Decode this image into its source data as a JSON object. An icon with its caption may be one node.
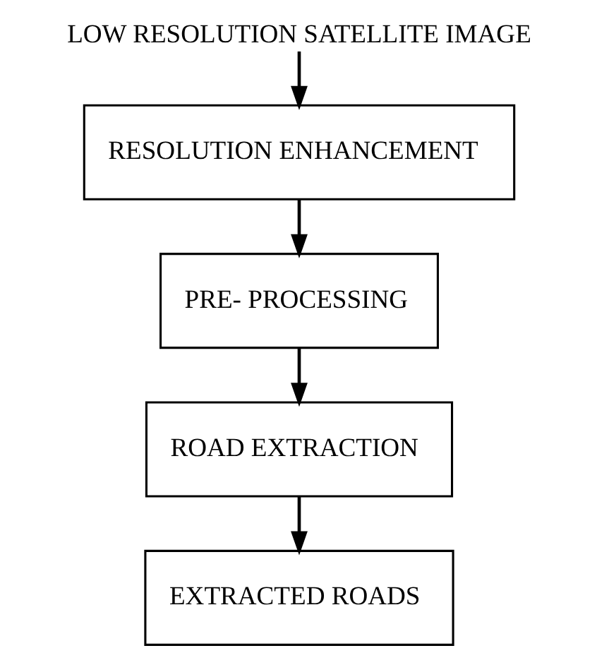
{
  "diagram": {
    "nodes": [
      {
        "text": [
          "LOW RESOLUTION SATELLITE IMAGE"
        ]
      },
      {
        "text": [
          "RESOLUTION ENHANCEMENT"
        ]
      },
      {
        "text": [
          "PRE- PROCESSING"
        ]
      },
      {
        "text": [
          "ROAD EXTRACTION"
        ]
      },
      {
        "text": [
          "EXTRACTED ROADS"
        ]
      }
    ],
    "edges": [
      {
        "from": 0,
        "to": 1,
        "arrow": "to"
      },
      {
        "from": 1,
        "to": 2,
        "arrow": "to"
      },
      {
        "from": 2,
        "to": 3,
        "arrow": "to"
      },
      {
        "from": 3,
        "to": 4,
        "arrow": "to"
      }
    ]
  }
}
